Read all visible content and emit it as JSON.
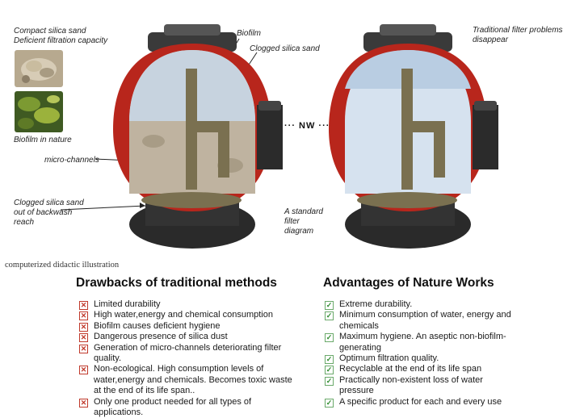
{
  "annotations": {
    "compact_sand": "Compact silica sand\nDeficient filtration capacity",
    "biofilm_nature": "Biofilm in nature",
    "micro_channels": "micro-channels",
    "clogged_backwash": "Clogged silica sand\nout of backwash\nreach",
    "biofilm": "Biofilm",
    "clogged_sand": "Clogged silica sand",
    "standard_filter": "A standard\nfilter\ndiagram",
    "traditional_problems": "Traditional filter problems\ndisappear",
    "nw_arrow": "··· NW ···",
    "caption": "computerized didactic illustration"
  },
  "drawbacks": {
    "title": "Drawbacks of traditional methods",
    "items": [
      "Limited durability",
      "High water,energy and chemical consumption",
      "Biofilm causes deficient hygiene",
      "Dangerous presence of silica dust",
      "Generation of micro-channels deteriorating filter quality.",
      "Non-ecological. High consumption levels of water,energy and chemicals. Becomes toxic waste at the end of its life span..",
      "Only one product needed for all types of applications."
    ]
  },
  "advantages": {
    "title": "Advantages of Nature Works",
    "items": [
      "Extreme durability.",
      "Minimum consumption of water, energy and chemicals",
      "Maximum hygiene. An aseptic non-biofilm-generating",
      "Optimum filtration quality.",
      "Recyclable at the end of its life span",
      "Practically non-existent loss of water pressure",
      "A specific product for each and every use"
    ]
  },
  "colors": {
    "tank_red": "#b8261c",
    "cross": "#c0392b",
    "check": "#2e8b2e"
  }
}
